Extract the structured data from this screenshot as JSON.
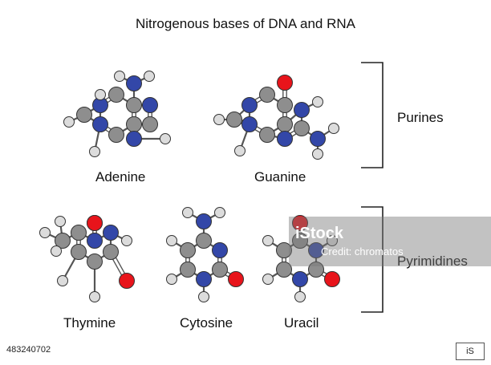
{
  "title": "Nitrogenous bases of DNA and RNA",
  "labels": {
    "adenine": "Adenine",
    "guanine": "Guanine",
    "thymine": "Thymine",
    "cytosine": "Cytosine",
    "uracil": "Uracil",
    "purines": "Purines",
    "pyrimidines": "Pyrimidines"
  },
  "watermark": {
    "brand": "iStock",
    "credit": "Credit: chromatos"
  },
  "footer": {
    "stock_id": "483240702",
    "stock_logo": "iS"
  },
  "colors": {
    "carbon": "#8e8e8e",
    "nitrogen": "#3347a8",
    "oxygen": "#e8141b",
    "hydrogen": "#dcdcdc",
    "bond": "#555555"
  }
}
